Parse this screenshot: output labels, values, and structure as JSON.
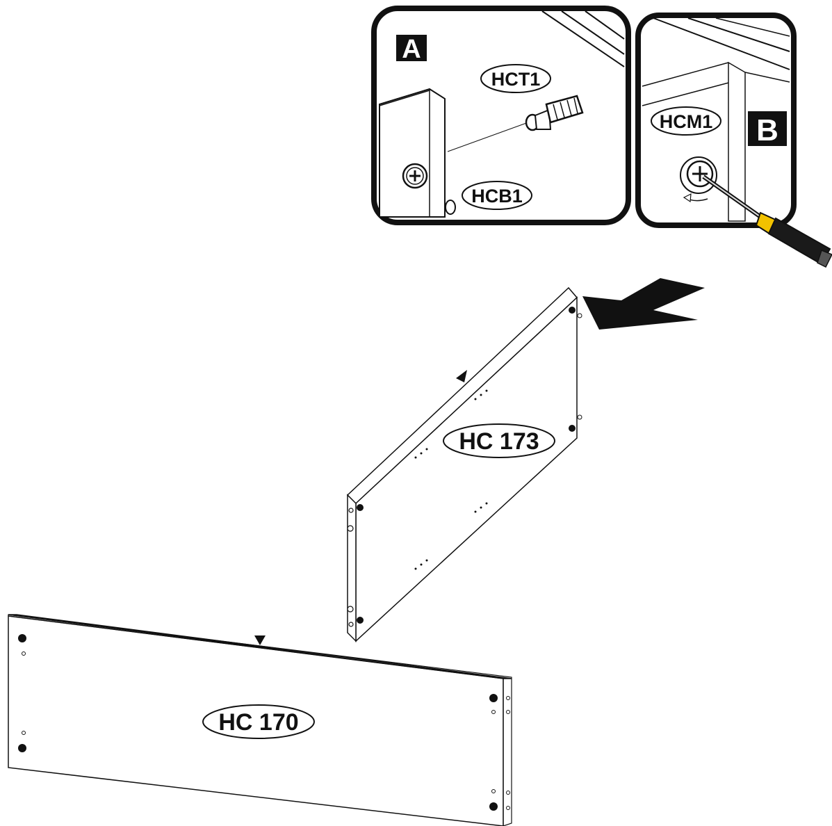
{
  "inset_a": {
    "letter": "A",
    "part_top": "HCT1",
    "part_bottom": "HCB1"
  },
  "inset_b": {
    "letter": "B",
    "part": "HCM1"
  },
  "panels": {
    "side_panel_label": "HC 173",
    "front_panel_label": "HC 170"
  },
  "colors": {
    "line": "#111111",
    "inset_border": "#111111",
    "screwdriver_handle": "#f2c200",
    "screwdriver_grip": "#1a1a1a",
    "background": "#ffffff"
  },
  "icons": [
    "screw-icon",
    "cam-lock-icon",
    "screwdriver-icon",
    "assembly-arrow-icon",
    "direction-marker-icon"
  ]
}
